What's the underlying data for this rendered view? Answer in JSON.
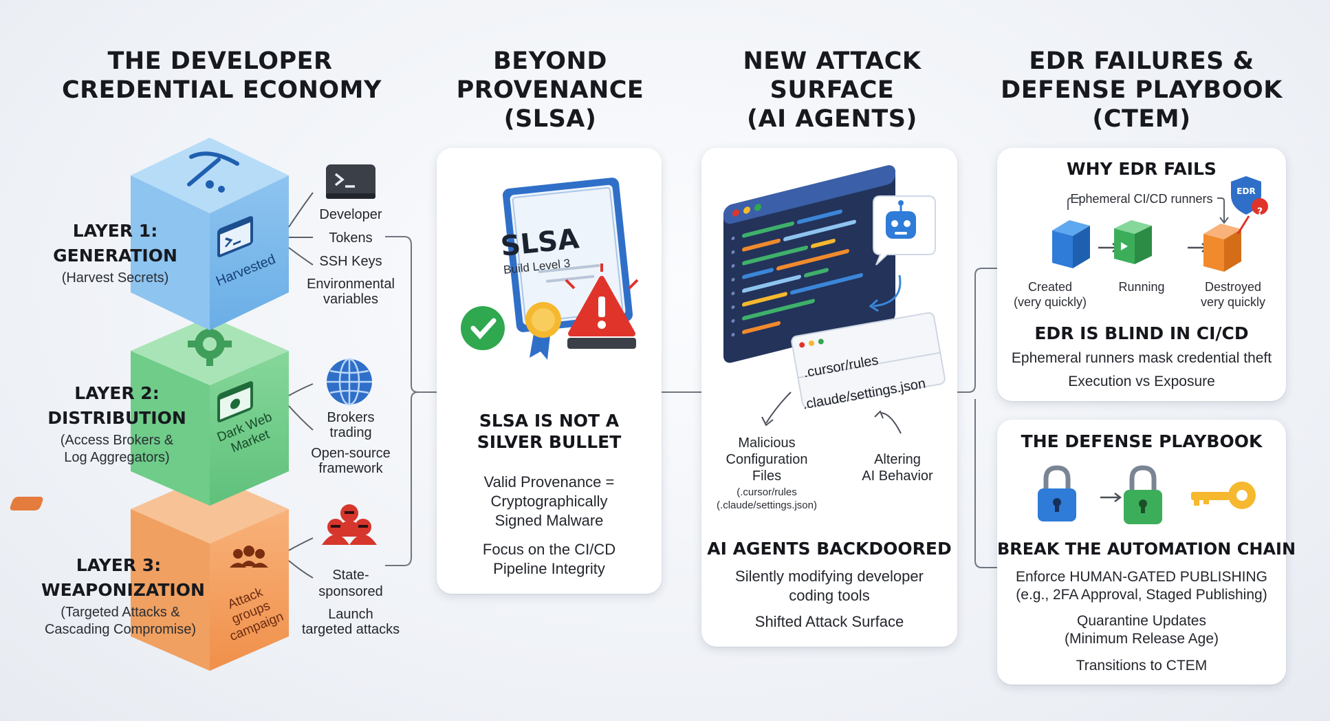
{
  "columns": {
    "economy": {
      "title_line1": "THE DEVELOPER",
      "title_line2": "CREDENTIAL ECONOMY"
    },
    "provenance": {
      "title_line1": "BEYOND",
      "title_line2": "PROVENANCE",
      "title_line3": "(SLSA)"
    },
    "attack": {
      "title_line1": "NEW ATTACK",
      "title_line2": "SURFACE",
      "title_line3": "(AI AGENTS)"
    },
    "edr": {
      "title_line1": "EDR FAILURES &",
      "title_line2": "DEFENSE PLAYBOOK",
      "title_line3": "(CTEM)"
    }
  },
  "layers": [
    {
      "title_line1": "LAYER 1:",
      "title_line2": "GENERATION",
      "subtitle": "(Harvest Secrets)",
      "cube_label": "Harvested",
      "cube_color": "#8fc3ee",
      "items": [
        "Developer",
        "Tokens",
        "SSH Keys",
        "Environmental",
        "variables"
      ]
    },
    {
      "title_line1": "LAYER 2:",
      "title_line2": "DISTRIBUTION",
      "subtitle_line1": "(Access Brokers &",
      "subtitle_line2": "Log Aggregators)",
      "cube_label_line1": "Dark Web",
      "cube_label_line2": "Market",
      "cube_color": "#86d39a",
      "items": [
        "Brokers",
        "trading",
        "Open-source",
        "framework"
      ]
    },
    {
      "title_line1": "LAYER 3:",
      "title_line2": "WEAPONIZATION",
      "subtitle_line1": "(Targeted Attacks &",
      "subtitle_line2": "Cascading Compromise)",
      "cube_label_line1": "Attack",
      "cube_label_line2": "groups",
      "cube_label_line3": "campaign",
      "cube_color": "#f4a56a",
      "items": [
        "State-",
        "sponsored",
        "Launch",
        "targeted attacks"
      ]
    }
  ],
  "slsa": {
    "cert_title": "SLSA",
    "cert_sub": "Build Level 3",
    "heading_line1": "SLSA IS NOT A",
    "heading_line2": "SILVER BULLET",
    "p1_line1": "Valid Provenance =",
    "p1_line2": "Cryptographically",
    "p1_line3": "Signed Malware",
    "p2_line1": "Focus on the CI/CD",
    "p2_line2": "Pipeline Integrity"
  },
  "ai": {
    "file1": ".cursor/rules",
    "file2": ".claude/settings.json",
    "left_line1": "Malicious",
    "left_line2": "Configuration",
    "left_line3": "Files",
    "left_small1": "(.cursor/rules",
    "left_small2": "(.claude/settings.json)",
    "right_line1": "Altering",
    "right_line2": "AI Behavior",
    "heading": "AI AGENTS BACKDOORED",
    "p1_line1": "Silently modifying developer",
    "p1_line2": "coding tools",
    "p2": "Shifted Attack Surface"
  },
  "edr": {
    "heading": "WHY EDR FAILS",
    "runners_label": "Ephemeral CI/CD runners",
    "badge": "EDR",
    "stage1_line1": "Created",
    "stage1_line2": "(very quickly)",
    "stage2": "Running",
    "stage3_line1": "Destroyed",
    "stage3_line2": "very quickly",
    "blind_heading": "EDR IS BLIND IN CI/CD",
    "blind_p1": "Ephemeral runners mask credential theft",
    "blind_p2": "Execution vs Exposure"
  },
  "playbook": {
    "heading": "THE DEFENSE PLAYBOOK",
    "sub_heading": "BREAK THE AUTOMATION CHAIN",
    "p1_line1": "Enforce HUMAN-GATED PUBLISHING",
    "p1_line2": "(e.g., 2FA Approval, Staged Publishing)",
    "p2_line1": "Quarantine Updates",
    "p2_line2": "(Minimum Release Age)",
    "p3": "Transitions to CTEM"
  },
  "colors": {
    "blue": "#3b86d8",
    "green": "#3cae5a",
    "orange": "#f08a2c",
    "red": "#e0342b",
    "yellow": "#f5b82e"
  }
}
